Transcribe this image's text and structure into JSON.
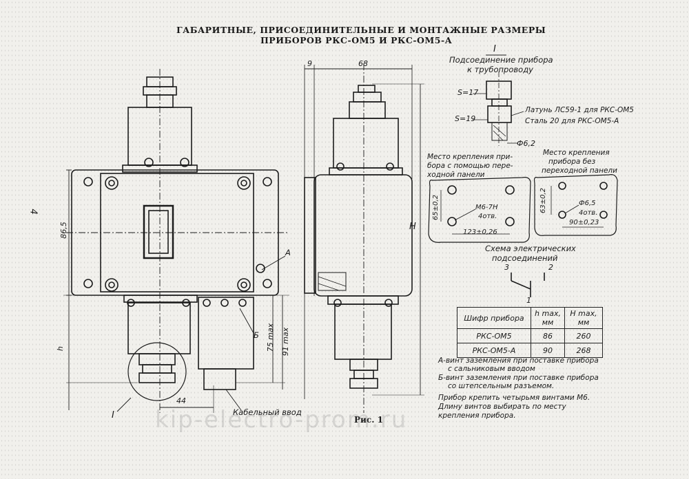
{
  "title": {
    "line1": "ГАБАРИТНЫЕ, ПРИСОЕДИНИТЕЛЬНЫЕ И МОНТАЖНЫЕ РАЗМЕРЫ",
    "line2": "ПРИБОРОВ РКС-ОМ5 И РКС-ОМ5-А"
  },
  "page_number": "4",
  "front_view": {
    "dim_86_5": "86,5",
    "dim_h": "h",
    "dim_44": "44",
    "dim_75max": "75 max",
    "dim_91max": "91 max",
    "label_A": "А",
    "label_B": "Б",
    "label_I": "I",
    "cable_entry": "Кабельный ввод"
  },
  "side_view": {
    "dim_9": "9",
    "dim_68": "68",
    "dim_H": "H"
  },
  "detail_I": {
    "roman": "I",
    "caption1": "Подсоединение прибора",
    "caption2": "к трубопроводу",
    "s17": "S=17",
    "s19": "S=19",
    "material1": "Латунь ЛС59-1 для РКС-ОМ5",
    "material2": "Сталь 20 для РКС-ОМ5-А",
    "dia": "Ф6,2"
  },
  "mount_panel": {
    "caption": [
      "Место крепления при-",
      "бора с помощью пере-",
      "ходной панели"
    ],
    "dim_v": "65±0,2",
    "hole": "М6-7Н",
    "hole_count": "4отв.",
    "dim_h": "123±0,26"
  },
  "mount_direct": {
    "caption": [
      "Место крепления",
      "прибора без",
      "переходной панели"
    ],
    "dim_v": "63±0,2",
    "hole": "Ф6,5",
    "hole_count": "4отв.",
    "dim_h": "90±0,23"
  },
  "wiring": {
    "caption1": "Схема электрических",
    "caption2": "подсоединений",
    "terminal_3": "3",
    "terminal_2": "2",
    "terminal_1": "1"
  },
  "spec_table": {
    "headers": [
      "Шифр прибора",
      "h max, мм",
      "H max, мм"
    ],
    "rows": [
      [
        "РКС-ОМ5",
        "86",
        "260"
      ],
      [
        "РКС-ОМ5-А",
        "90",
        "268"
      ]
    ]
  },
  "notes": [
    "А-винт заземления при поставке прибора",
    "с сальниковым вводом",
    "Б-винт заземления при поставке прибора",
    "со штепсельным разъемом.",
    "Прибор крепить четырьмя винтами М6.",
    "Длину винтов выбирать по месту",
    "крепления прибора."
  ],
  "figure_label": "Рис. 1",
  "watermark": "kip-electro-prom.ru"
}
